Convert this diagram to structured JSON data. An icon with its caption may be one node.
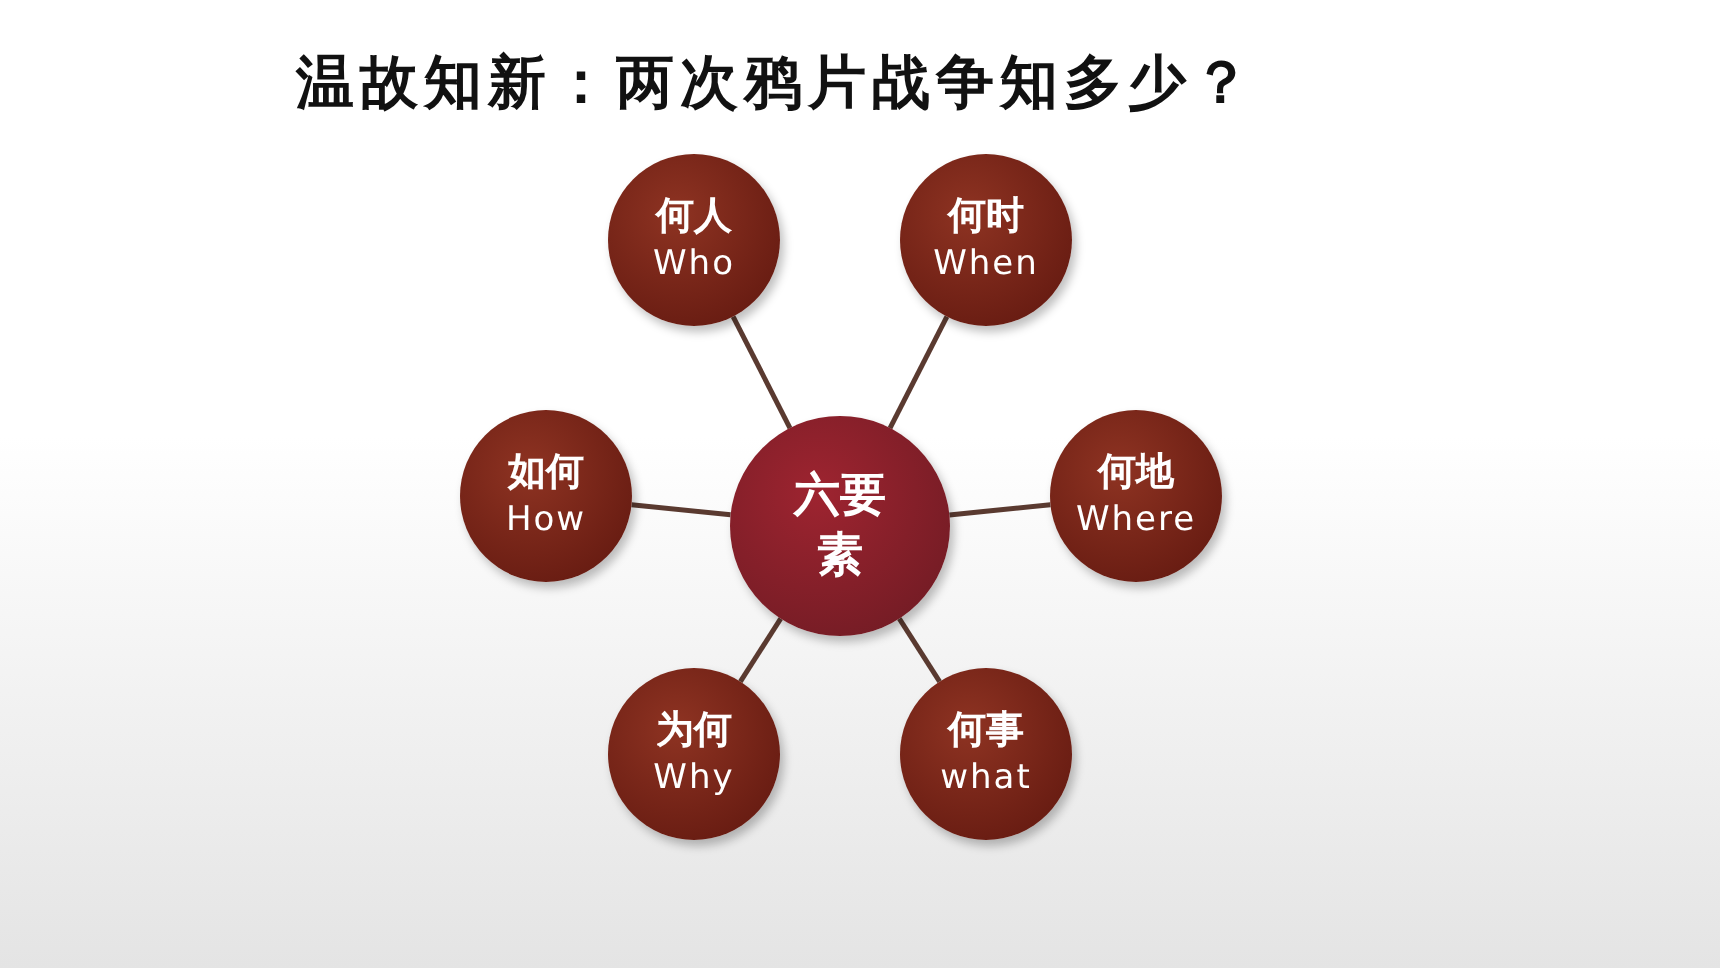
{
  "diagram": {
    "title": "温故知新：两次鸦片战争知多少？",
    "nodes": [
      {
        "text": [
          "六要素"
        ]
      },
      {
        "text": [
          "何人",
          "Who"
        ]
      },
      {
        "text": [
          "何时",
          "When"
        ]
      },
      {
        "text": [
          "如何",
          "How"
        ]
      },
      {
        "text": [
          "何地",
          "Where"
        ]
      },
      {
        "text": [
          "为何",
          "Why"
        ]
      },
      {
        "text": [
          "何事",
          "what"
        ]
      }
    ],
    "edges": [
      {
        "from": 0,
        "to": 1,
        "arrow": "none"
      },
      {
        "from": 0,
        "to": 2,
        "arrow": "none"
      },
      {
        "from": 0,
        "to": 3,
        "arrow": "none"
      },
      {
        "from": 0,
        "to": 4,
        "arrow": "none"
      },
      {
        "from": 0,
        "to": 5,
        "arrow": "none"
      },
      {
        "from": 0,
        "to": 6,
        "arrow": "none"
      }
    ]
  }
}
